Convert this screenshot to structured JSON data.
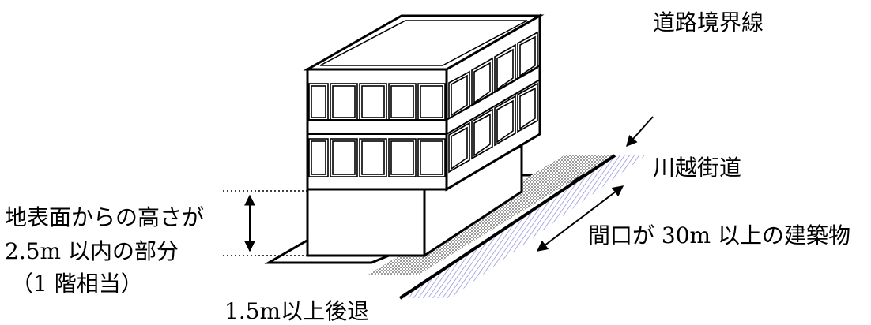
{
  "labels": {
    "road_boundary": "道路境界線",
    "street_name": "川越街道",
    "height_line1": "地表面からの高さが",
    "height_line2": "2.5m 以内の部分",
    "height_line3": "（1 階相当）",
    "frontage": "間口が 30m 以上の建築物",
    "setback": "1.5m以上後退"
  },
  "colors": {
    "line": "#000000",
    "sidewalk_fill": "#c8c8c8",
    "road_hatch": "#8a8ad8"
  }
}
